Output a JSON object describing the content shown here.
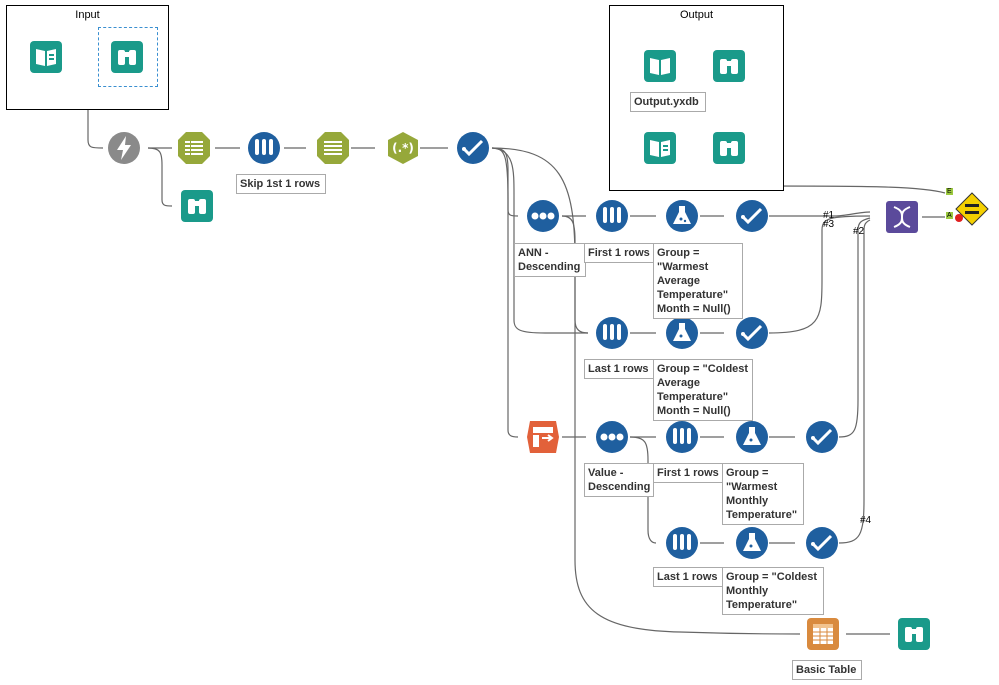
{
  "containers": {
    "input": {
      "title": "Input"
    },
    "output": {
      "title": "Output"
    }
  },
  "annotations": {
    "skip": "Skip 1st 1 rows",
    "ann_desc": "ANN -\nDescending",
    "first1_a": "First 1 rows",
    "formula_a": "Group =\n\"Warmest\nAverage\nTemperature\"\nMonth = Null()",
    "last1_a": "Last 1 rows",
    "formula_b": "Group = \"Coldest\nAverage\nTemperature\"\nMonth = Null()",
    "value_desc": "Value -\nDescending",
    "first1_b": "First 1 rows",
    "formula_c": "Group =\n\"Warmest\nMonthly\nTemperature\"",
    "last1_b": "Last 1 rows",
    "formula_d": "Group = \"Coldest\nMonthly\nTemperature\"",
    "output_file": "Output.yxdb",
    "basic_table": "Basic Table"
  },
  "connection_tags": {
    "t1": "#1",
    "t3": "#3",
    "t2": "#2",
    "t4": "#4"
  },
  "anchor_letters": {
    "e": "E",
    "a": "A"
  },
  "colors": {
    "io_teal": "#1a9a8a",
    "prep_green": "#96a83a",
    "dark_blue": "#1f5f9f",
    "transform_orange": "#e2613a",
    "union_purple": "#5b4a9b",
    "report_orange": "#d98a3e",
    "test_yellow": "#f5d000",
    "anchor_green": "#9cc940"
  }
}
